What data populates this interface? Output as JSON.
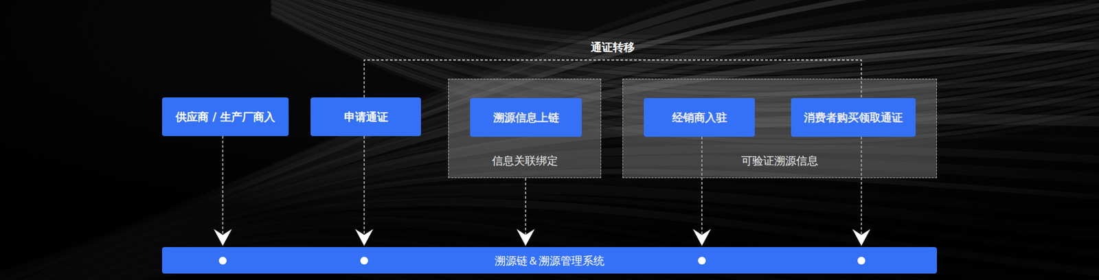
{
  "diagram": {
    "nodes": [
      {
        "text": [
          "供应商 / 生产厂商入"
        ]
      },
      {
        "text": [
          "申请通证"
        ]
      },
      {
        "text": [
          "信息关联绑定"
        ]
      },
      {
        "text": [
          "溯源信息上链"
        ],
        "in": 2
      },
      {
        "text": [
          "可验证溯源信息"
        ]
      },
      {
        "text": [
          "经销商入驻"
        ],
        "in": 4
      },
      {
        "text": [
          "消费者购买领取通证"
        ],
        "in": 4
      },
      {
        "text": [
          "溯源链＆溯源管理系统"
        ]
      }
    ],
    "edges": [
      {
        "from": 1,
        "to": 6,
        "label": "通证转移",
        "arrow": "none"
      },
      {
        "from": 0,
        "to": 7,
        "arrow": "to"
      },
      {
        "from": 1,
        "to": 7,
        "arrow": "to"
      },
      {
        "from": 2,
        "to": 7,
        "arrow": "to"
      },
      {
        "from": 5,
        "to": 7,
        "arrow": "to"
      },
      {
        "from": 6,
        "to": 7,
        "arrow": "to"
      }
    ]
  }
}
